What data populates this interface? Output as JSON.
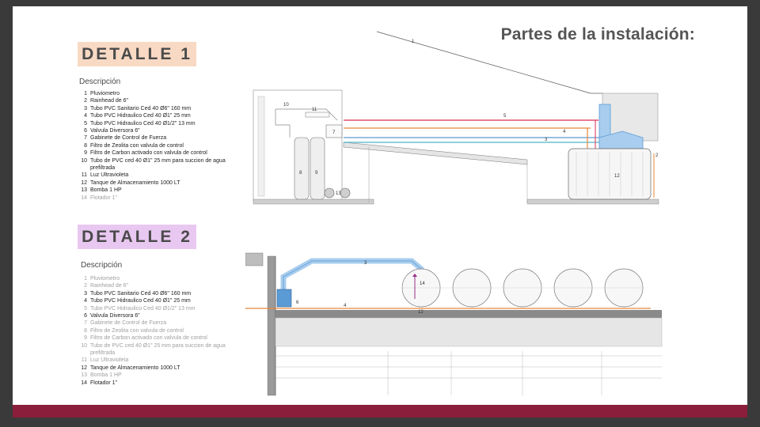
{
  "header": {
    "title": "Partes de la instalación:"
  },
  "detail1": {
    "tag": "DETALLE 1",
    "tag_color": "#f8d9c4",
    "desc_title": "Descripción",
    "items": [
      {
        "num": "1",
        "text": "Pluviometro",
        "dim": false
      },
      {
        "num": "2",
        "text": "Rainhead de 6\"",
        "dim": false
      },
      {
        "num": "3",
        "text": "Tubo PVC Sanitario Ced 40 Ø6\" 160 mm",
        "dim": false
      },
      {
        "num": "4",
        "text": "Tubo PVC Hidraulico Ced 40 Ø1\" 25 mm",
        "dim": false
      },
      {
        "num": "5",
        "text": "Tubo PVC Hidraulico Ced 40 Ø1/2\" 13 mm",
        "dim": false
      },
      {
        "num": "6",
        "text": "Valvula Diversora 6\"",
        "dim": false
      },
      {
        "num": "7",
        "text": "Gabinete de Control de Fuerza",
        "dim": false
      },
      {
        "num": "8",
        "text": "Filtro de Zeolita con valvula de control",
        "dim": false
      },
      {
        "num": "9",
        "text": "Filtro de Carbon activado con valvula de control",
        "dim": false
      },
      {
        "num": "10",
        "text": "Tubo de PVC ced 40 Ø1\" 25 mm para succion de agua prefiltrada",
        "dim": false
      },
      {
        "num": "11",
        "text": "Luz Ultravioleta",
        "dim": false
      },
      {
        "num": "12",
        "text": "Tanque de Almacenamiento 1000 LT",
        "dim": false
      },
      {
        "num": "13",
        "text": "Bomba 1 HP",
        "dim": false
      },
      {
        "num": "14",
        "text": "Flotador 1\"",
        "dim": true
      }
    ],
    "drawing_labels": [
      "1",
      "2",
      "3",
      "4",
      "5",
      "7",
      "8",
      "9",
      "10",
      "11",
      "12",
      "13"
    ]
  },
  "detail2": {
    "tag": "DETALLE 2",
    "tag_color": "#e8c8f0",
    "desc_title": "Descripción",
    "items": [
      {
        "num": "1",
        "text": "Pluviometro",
        "dim": true
      },
      {
        "num": "2",
        "text": "Rainhead de 6\"",
        "dim": true
      },
      {
        "num": "3",
        "text": "Tubo PVC Sanitario Ced 40 Ø6\" 160 mm",
        "dim": false
      },
      {
        "num": "4",
        "text": "Tubo PVC Hidraulico Ced 40 Ø1\" 25 mm",
        "dim": false
      },
      {
        "num": "5",
        "text": "Tubo PVC Hidraulico Ced 40 Ø1/2\" 13 mm",
        "dim": true
      },
      {
        "num": "6",
        "text": "Valvula Diversora 6\"",
        "dim": false
      },
      {
        "num": "7",
        "text": "Gabinete de Control de Fuerza",
        "dim": true
      },
      {
        "num": "8",
        "text": "Filtro de Zeolita con valvula de control",
        "dim": true
      },
      {
        "num": "9",
        "text": "Filtro de Carbon activado con valvula de control",
        "dim": true
      },
      {
        "num": "10",
        "text": "Tubo de PVC ced 40 Ø1\" 25 mm para succion de agua prefiltrada",
        "dim": true
      },
      {
        "num": "11",
        "text": "Luz Ultravioleta",
        "dim": true
      },
      {
        "num": "12",
        "text": "Tanque de Almacenamiento 1000 LT",
        "dim": false
      },
      {
        "num": "13",
        "text": "Bomba 1 HP",
        "dim": true
      },
      {
        "num": "14",
        "text": "Flotador 1\"",
        "dim": false
      }
    ],
    "drawing_labels": [
      "3",
      "4",
      "6",
      "12",
      "14"
    ]
  },
  "colors": {
    "footer": "#8b1e3a",
    "pipe_blue": "#5b9bd5",
    "pipe_red": "#e05070",
    "pipe_orange": "#e8883a",
    "pipe_cyan": "#6ac0d0"
  }
}
